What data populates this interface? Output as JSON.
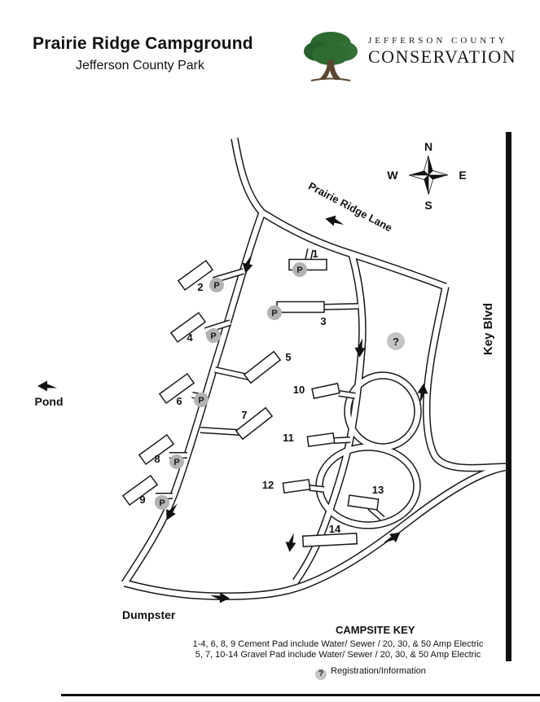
{
  "page": {
    "title": "Prairie Ridge Campground",
    "subtitle": "Jefferson County Park"
  },
  "logo": {
    "org_line1": "JEFFERSON COUNTY",
    "org_line2": "CONSERVATION"
  },
  "compass": {
    "north": "N",
    "east": "E",
    "south": "S",
    "west": "W"
  },
  "map": {
    "road_labels": {
      "prairie_ridge_lane": "Prairie Ridge Lane",
      "key_blvd": "Key Blvd"
    },
    "landmarks": {
      "pond": "Pond",
      "dumpster": "Dumpster"
    },
    "symbols": {
      "parking": "P",
      "information": "?"
    },
    "sites": [
      {
        "number": "1",
        "pad": "cement",
        "parking": true
      },
      {
        "number": "2",
        "pad": "cement",
        "parking": true
      },
      {
        "number": "3",
        "pad": "cement",
        "parking": true
      },
      {
        "number": "4",
        "pad": "cement",
        "parking": true
      },
      {
        "number": "5",
        "pad": "gravel",
        "parking": false
      },
      {
        "number": "6",
        "pad": "cement",
        "parking": true
      },
      {
        "number": "7",
        "pad": "gravel",
        "parking": false
      },
      {
        "number": "8",
        "pad": "cement",
        "parking": true
      },
      {
        "number": "9",
        "pad": "cement",
        "parking": true
      },
      {
        "number": "10",
        "pad": "gravel",
        "parking": false
      },
      {
        "number": "11",
        "pad": "gravel",
        "parking": false
      },
      {
        "number": "12",
        "pad": "gravel",
        "parking": false
      },
      {
        "number": "13",
        "pad": "gravel",
        "parking": false
      },
      {
        "number": "14",
        "pad": "gravel",
        "parking": false
      }
    ]
  },
  "legend": {
    "title": "CAMPSITE KEY",
    "lines": [
      "1-4, 6, 8, 9 Cement Pad include Water/ Sewer / 20, 30, & 50 Amp Electric",
      "5, 7, 10-14 Gravel Pad include Water/ Sewer / 20, 30, & 50 Amp Electric"
    ],
    "registration_note": "Registration/Information"
  },
  "colors": {
    "road_outline": "#1a1a1a",
    "parking_circle_fill": "#b3b3b3",
    "information_circle_fill": "#c4c4c4",
    "tree_green": "#2e6b31",
    "trunk_brown": "#5a4632"
  }
}
